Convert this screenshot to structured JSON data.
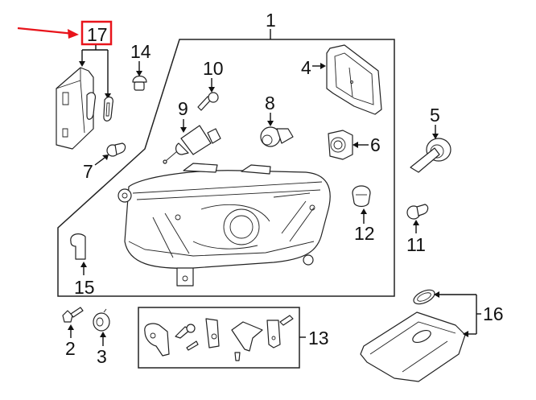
{
  "diagram": {
    "title": "Headlamp assembly parts diagram",
    "highlight_color": "#e8141b",
    "highlighted_callout": "17",
    "callouts": [
      {
        "id": "1",
        "label": "1",
        "part": "headlamp-assembly"
      },
      {
        "id": "2",
        "label": "2",
        "part": "bolt"
      },
      {
        "id": "3",
        "label": "3",
        "part": "nut"
      },
      {
        "id": "4",
        "label": "4",
        "part": "cover"
      },
      {
        "id": "5",
        "label": "5",
        "part": "bulb"
      },
      {
        "id": "6",
        "label": "6",
        "part": "socket"
      },
      {
        "id": "7",
        "label": "7",
        "part": "bulb"
      },
      {
        "id": "8",
        "label": "8",
        "part": "bulb"
      },
      {
        "id": "9",
        "label": "9",
        "part": "level-motor"
      },
      {
        "id": "10",
        "label": "10",
        "part": "screw"
      },
      {
        "id": "11",
        "label": "11",
        "part": "bulb"
      },
      {
        "id": "12",
        "label": "12",
        "part": "bulb"
      },
      {
        "id": "13",
        "label": "13",
        "part": "repair-kit"
      },
      {
        "id": "14",
        "label": "14",
        "part": "cap"
      },
      {
        "id": "15",
        "label": "15",
        "part": "connector-cap"
      },
      {
        "id": "16",
        "label": "16",
        "part": "control-module"
      },
      {
        "id": "17",
        "label": "17",
        "part": "control-module"
      }
    ]
  }
}
